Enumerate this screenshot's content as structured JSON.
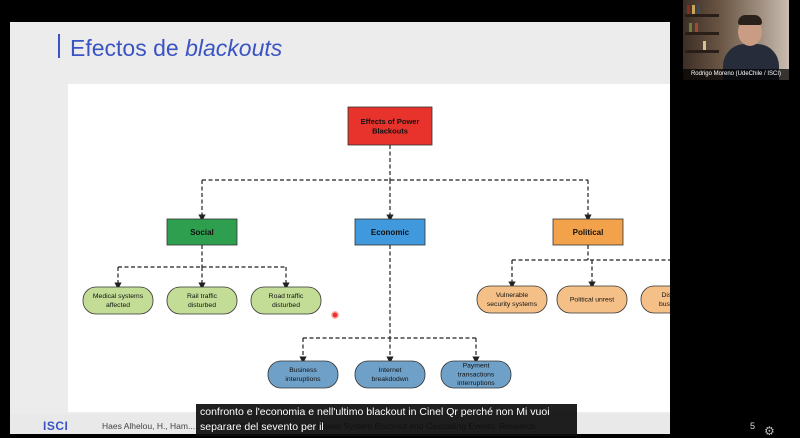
{
  "slide": {
    "title_plain": "Efectos de ",
    "title_italic": "blackouts",
    "logo_text": "ISCI",
    "logo_subtext": "",
    "citation": "Haes Alhelou, H., Ham... ...Siano, P. (2019). A Survey on Power System Blackout and Cascading Events: Research",
    "page_number": "5"
  },
  "diagram": {
    "root": "Effects of Power Blackouts",
    "categories": [
      {
        "name": "Social",
        "color": "#2e9e4f",
        "children": [
          "Medical systems affected",
          "Rail traffic disturbed",
          "Road traffic disturbed"
        ],
        "child_color": "#c3dd97"
      },
      {
        "name": "Economic",
        "color": "#3f99dc",
        "children": [
          "Business interuptions",
          "Internet breakdodwn",
          "Payment transactions interruptions"
        ],
        "child_color": "#6fa0c8"
      },
      {
        "name": "Political",
        "color": "#f2a24b",
        "children": [
          "Vulnerable security systems",
          "Political unrest",
          "Disrupted businesses"
        ],
        "child_color": "#f5c088"
      }
    ],
    "root_color": "#e8322c",
    "line_color": "#222222"
  },
  "subtitles": {
    "line1": "confronto e l'economia e nell'ultimo blackout in Cinel Qr perché non Mi vuoi",
    "line2": "separare del sevento per il"
  },
  "webcam": {
    "label": "Rodrigo Moreno (UdeChile / ISCI)"
  },
  "corner_icon": "settings-icon"
}
